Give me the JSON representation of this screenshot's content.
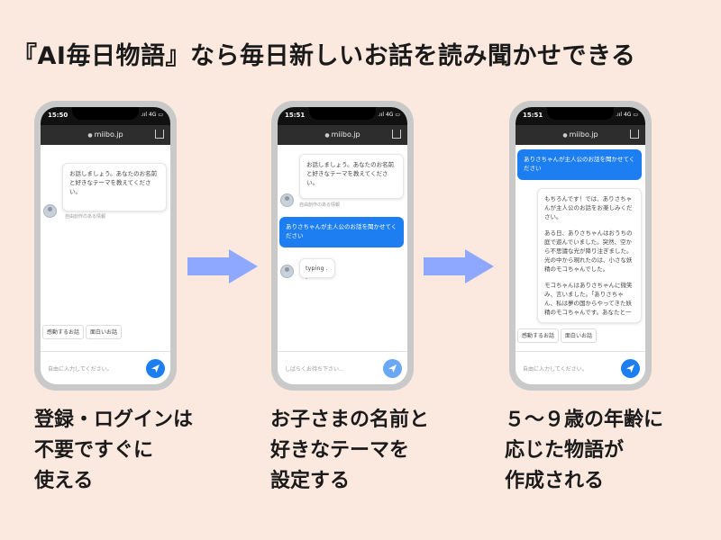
{
  "headline": "『AI毎日物語』なら毎日新しいお話を読み聞かせできる",
  "phone1": {
    "time": "15:50",
    "signal": ".ııl 4G ▭",
    "url": "miibo.jp",
    "bot_message": "お話しましょう。あなたのお名前と好きなテーマを教えてください。",
    "bot_name": "自由創作のある情報",
    "suggestions": [
      "感動するお話",
      "面白いお話"
    ],
    "input_placeholder": "自由に入力してください。"
  },
  "phone2": {
    "time": "15:51",
    "signal": ".ııl 4G ▭",
    "url": "miibo.jp",
    "bot_message": "お話しましょう。あなたのお名前と好きなテーマを教えてください。",
    "bot_name": "自由創作のある情報",
    "user_message": "ありさちゃんが主人公のお話を聞かせてください",
    "typing": "typing . .",
    "input_placeholder": "しばらくお待ち下さい..."
  },
  "phone3": {
    "time": "15:51",
    "signal": ".ııl 4G ▭",
    "url": "miibo.jp",
    "user_message": "ありさちゃんが主人公のお話を聞かせてください",
    "bot_story": [
      "もちろんです！では、ありさちゃんが主人公のお話をお楽しみください。",
      "ある日、ありさちゃんはおうちの庭で遊んでいました。突然、空から不思議な光が降り注ぎました。光の中から現れたのは、小さな妖精のモコちゃんでした。",
      "モコちゃんはありさちゃんに微笑み、言いました。「ありさちゃん、私は夢の国からやってきた妖精のモコちゃんです。あなたと一"
    ],
    "suggestions": [
      "感動するお話",
      "面白いお話"
    ],
    "input_placeholder": "自由に入力してください。"
  },
  "captions": [
    [
      "登録・ログインは",
      "不要ですぐに",
      "使える"
    ],
    [
      "お子さまの名前と",
      "好きなテーマを",
      "設定する"
    ],
    [
      "５～９歳の年齢に",
      "応じた物語が",
      "作成される"
    ]
  ],
  "colors": {
    "background": "#fbe9e0",
    "accent": "#1c7ef0",
    "arrow": "#8fa8ff"
  }
}
